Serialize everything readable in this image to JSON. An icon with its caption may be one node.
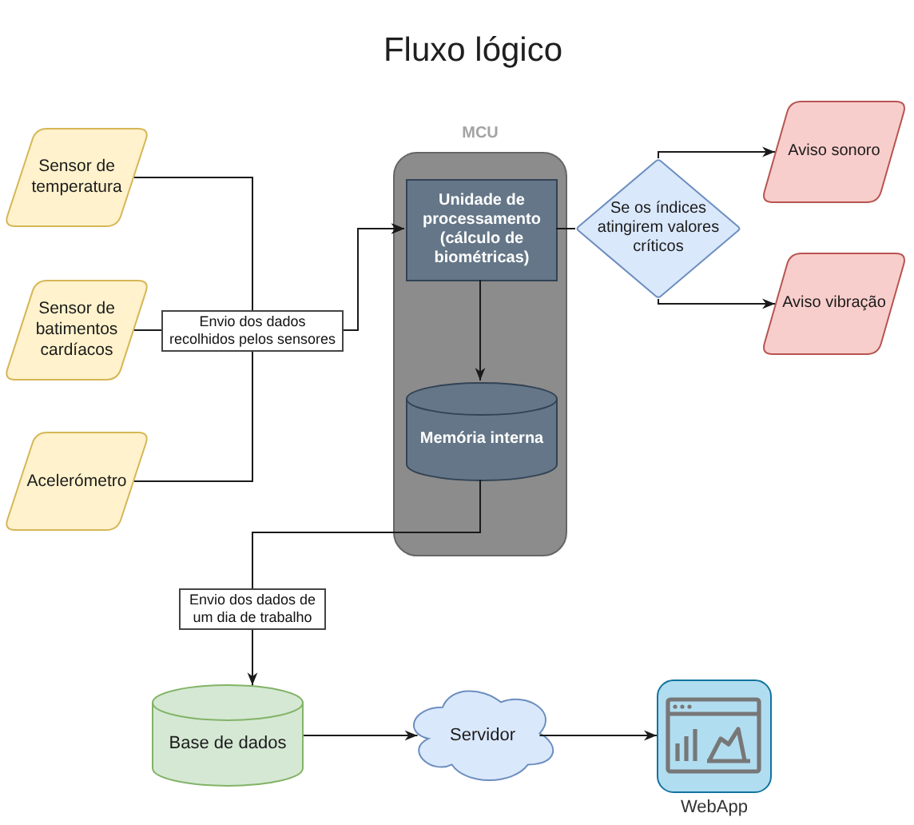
{
  "diagram": {
    "title": "Fluxo lógico",
    "nodes": [
      {
        "text": [
          "Sensor de temperatura"
        ]
      },
      {
        "text": [
          "Sensor de batimentos cardíacos"
        ]
      },
      {
        "text": [
          "Acelerómetro"
        ]
      },
      {
        "text": [
          "MCU"
        ]
      },
      {
        "text": [
          "Unidade de processamento (cálculo de biométricas)"
        ],
        "in": 3
      },
      {
        "text": [
          "Memória interna"
        ],
        "in": 3
      },
      {
        "text": [
          "Se os índices atingirem valores críticos"
        ]
      },
      {
        "text": [
          "Aviso sonoro"
        ]
      },
      {
        "text": [
          "Aviso vibração"
        ]
      },
      {
        "text": [
          "Base de dados"
        ]
      },
      {
        "text": [
          "Servidor"
        ]
      },
      {
        "text": [
          "WebApp"
        ]
      }
    ],
    "edges": [
      {
        "from": 0,
        "to": 4,
        "arrow": "to"
      },
      {
        "from": 1,
        "to": 4,
        "arrow": "to",
        "label": "Envio dos dados recolhidos pelos sensores"
      },
      {
        "from": 2,
        "to": 4,
        "arrow": "to"
      },
      {
        "from": 4,
        "to": 6,
        "arrow": "none"
      },
      {
        "from": 6,
        "to": 7,
        "arrow": "to"
      },
      {
        "from": 6,
        "to": 8,
        "arrow": "to"
      },
      {
        "from": 4,
        "to": 5,
        "arrow": "to"
      },
      {
        "from": 5,
        "to": 9,
        "arrow": "to",
        "label": "Envio dos dados de um dia de trabalho"
      },
      {
        "from": 9,
        "to": 10,
        "arrow": "to"
      },
      {
        "from": 10,
        "to": 11,
        "arrow": "to"
      }
    ]
  }
}
